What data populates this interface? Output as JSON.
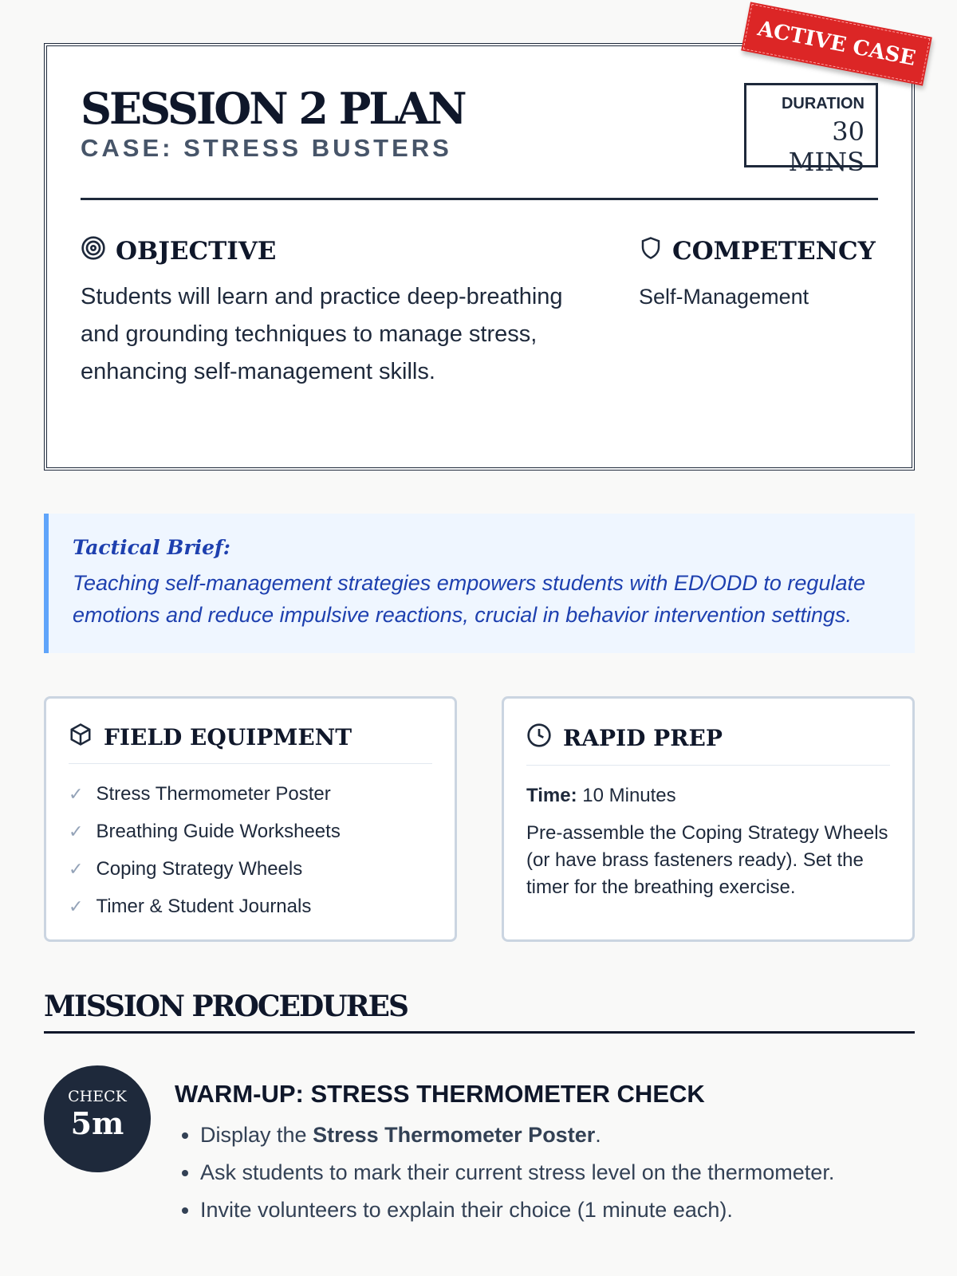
{
  "header": {
    "title": "SESSION 2 PLAN",
    "subtitle": "CASE: STRESS BUSTERS",
    "stamp": "ACTIVE CASE",
    "duration_label": "DURATION",
    "duration_value": "30 MINS"
  },
  "objective": {
    "heading": "OBJECTIVE",
    "text": "Students will learn and practice deep-breathing and grounding techniques to manage stress, enhancing self-management skills."
  },
  "competency": {
    "heading": "COMPETENCY",
    "text": "Self-Management"
  },
  "brief": {
    "title": "Tactical Brief:",
    "text": "Teaching self-management strategies empowers students with ED/ODD to regulate emotions and reduce impulsive reactions, crucial in behavior intervention settings."
  },
  "equipment": {
    "heading": "FIELD EQUIPMENT",
    "items": [
      "Stress Thermometer Poster",
      "Breathing Guide Worksheets",
      "Coping Strategy Wheels",
      "Timer & Student Journals"
    ]
  },
  "prep": {
    "heading": "RAPID PREP",
    "time_label": "Time:",
    "time_value": "10 Minutes",
    "text": "Pre-assemble the Coping Strategy Wheels (or have brass fasteners ready). Set the timer for the breathing exercise."
  },
  "procedures": {
    "heading": "MISSION PROCEDURES",
    "steps": [
      {
        "badge": "CHECK",
        "time": "5m",
        "title": "WARM-UP: STRESS THERMOMETER CHECK",
        "b1_pre": "Display the ",
        "b1_bold": "Stress Thermometer Poster",
        "b1_post": ".",
        "b2": "Ask students to mark their current stress level on the thermometer.",
        "b3": "Invite volunteers to explain their choice (1 minute each)."
      }
    ]
  }
}
